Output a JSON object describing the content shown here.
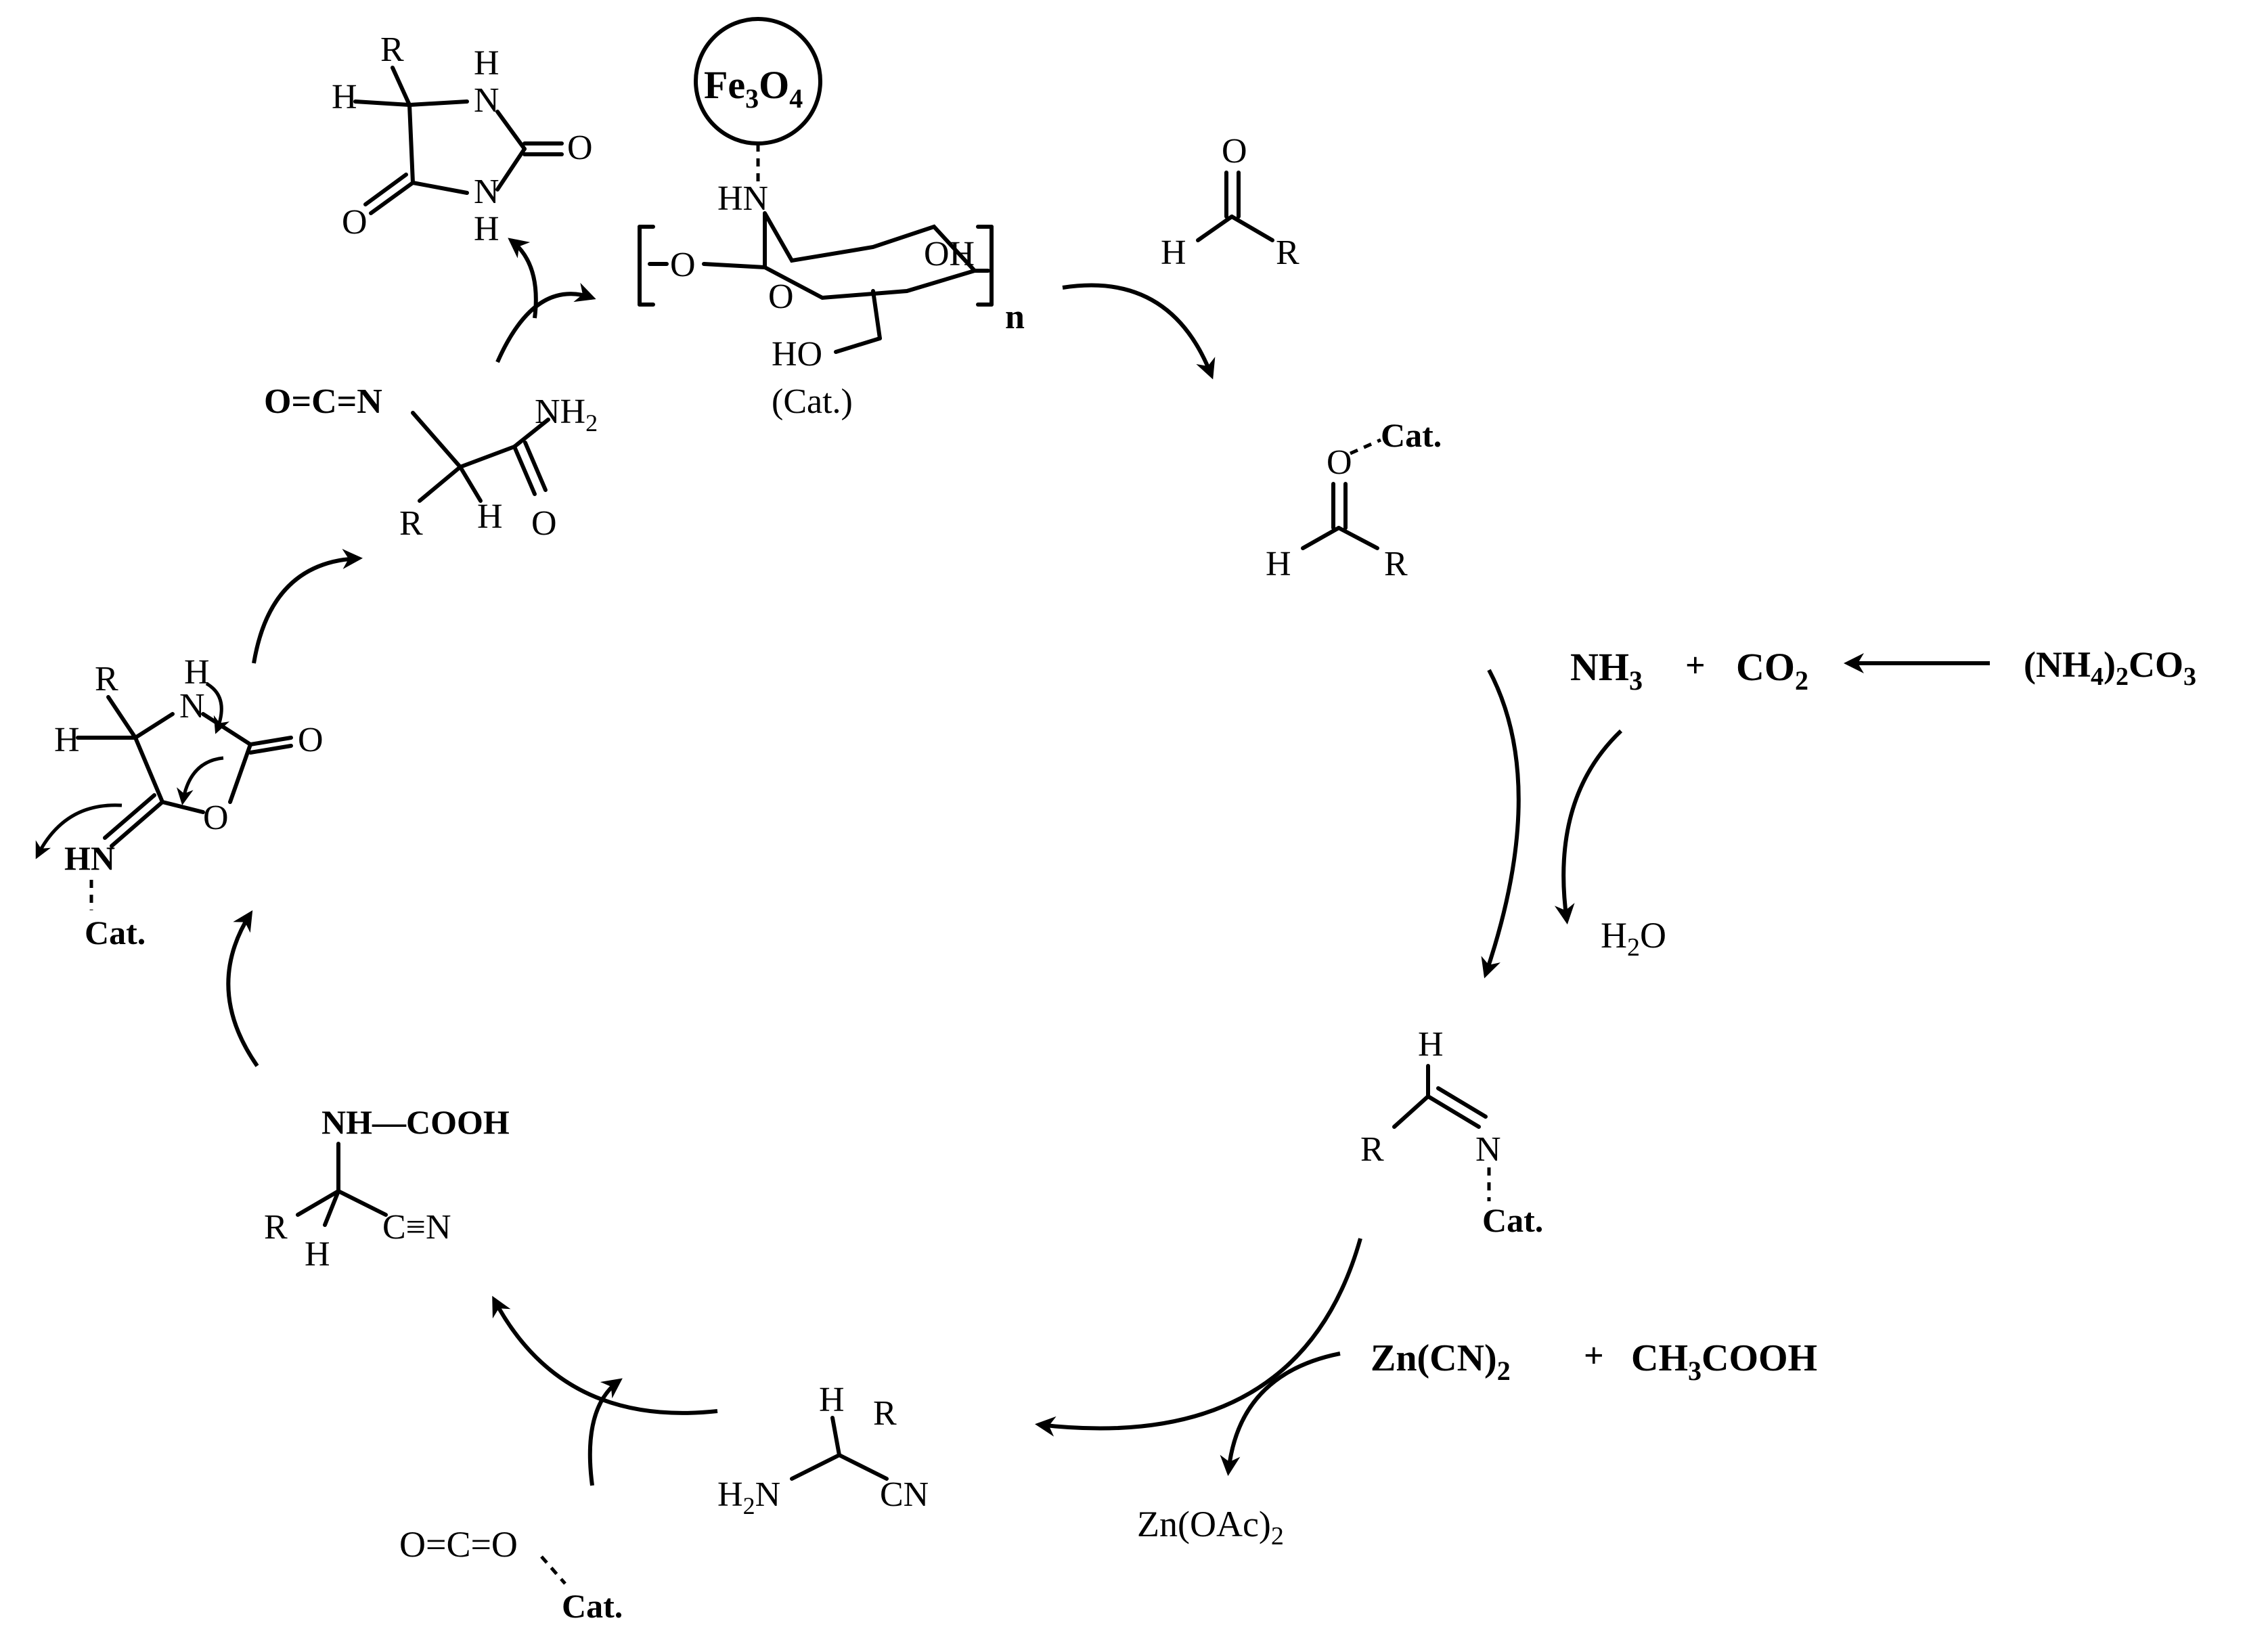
{
  "catalyst": {
    "core_label": "Fe3O4",
    "hn": "HN",
    "oh": "OH",
    "ring_o": "O",
    "chain_o": "O",
    "ho": "HO",
    "repeat_n": "n",
    "cat_label": "(Cat.)"
  },
  "hydantoin": {
    "r": "R",
    "h_left": "H",
    "h_top": "H",
    "n_top": "N",
    "o_right": "O",
    "o_left": "O",
    "n_bottom": "N",
    "h_bottom": "H"
  },
  "aldehyde": {
    "o": "O",
    "h": "H",
    "r": "R"
  },
  "activated_aldehyde": {
    "o": "O",
    "cat": "Cat.",
    "h": "H",
    "r": "R"
  },
  "ammonium": {
    "nh3": "NH3",
    "plus": "+",
    "co2": "CO2",
    "source": "(NH4)2CO3",
    "water": "H2O"
  },
  "imine": {
    "h": "H",
    "r": "R",
    "n": "N",
    "cat": "Cat."
  },
  "cyanide": {
    "zn_cn": "Zn(CN)2",
    "plus": "+",
    "acid": "CH3COOH",
    "byproduct": "Zn(OAc)2"
  },
  "aminonitrile": {
    "h": "H",
    "r": "R",
    "h2n": "H2N",
    "cn": "CN"
  },
  "co2_cat": {
    "formula": "O=C=O",
    "cat": "Cat."
  },
  "carbamic": {
    "nh_cooh": "NH—COOH",
    "r": "R",
    "h": "H",
    "cn": "C≡N"
  },
  "oxazolidinone": {
    "r": "R",
    "h_top": "H",
    "n": "N",
    "h_left": "H",
    "o_carbonyl": "O",
    "o_ring": "O",
    "hn": "HN",
    "cat": "Cat."
  },
  "isocyanate": {
    "oc": "O=C=N",
    "nh2": "NH2",
    "r": "R",
    "h": "H",
    "o": "O"
  }
}
